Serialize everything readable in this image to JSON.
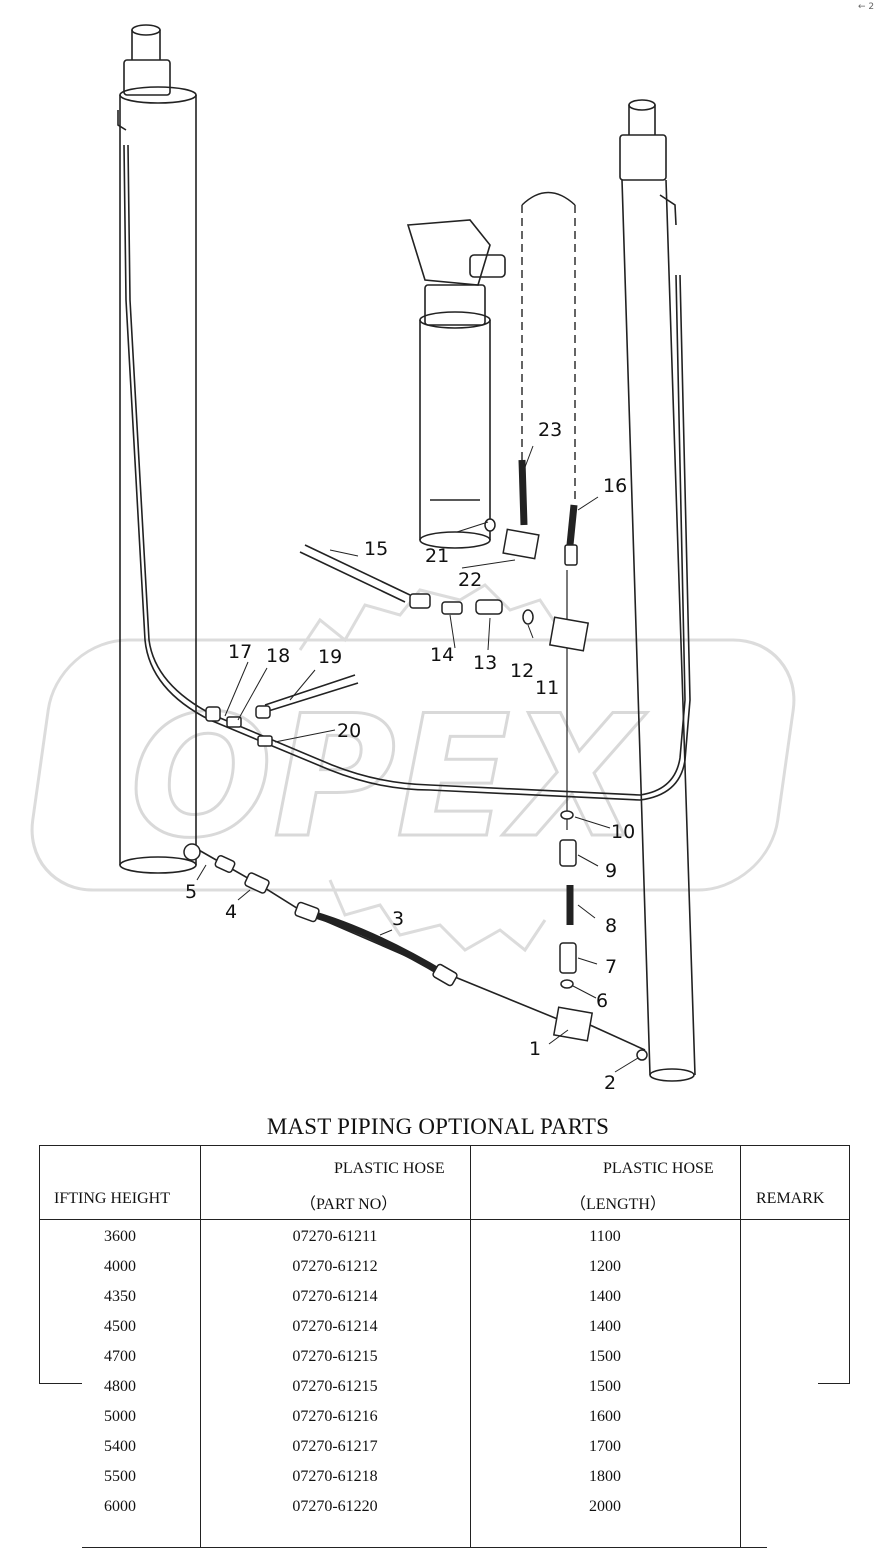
{
  "corner_mark": "← 2 ↑",
  "watermark": {
    "text": "OPEX"
  },
  "callouts": [
    "1",
    "2",
    "3",
    "4",
    "5",
    "6",
    "7",
    "8",
    "9",
    "10",
    "11",
    "12",
    "13",
    "14",
    "15",
    "16",
    "17",
    "18",
    "19",
    "20",
    "21",
    "22",
    "23"
  ],
  "table": {
    "title": "MAST PIPING OPTIONAL PARTS",
    "headers": {
      "lifting_height": "IFTING HEIGHT",
      "part_no_line1": "PLASTIC HOSE",
      "part_no_line2": "（PART NO）",
      "length_line1": "PLASTIC HOSE",
      "length_line2": "（LENGTH）",
      "remark": "REMARK"
    },
    "rows": [
      [
        "3600",
        "07270-61211",
        "1100"
      ],
      [
        "4000",
        "07270-61212",
        "1200"
      ],
      [
        "4350",
        "07270-61214",
        "1400"
      ],
      [
        "4500",
        "07270-61214",
        "1400"
      ],
      [
        "4700",
        "07270-61215",
        "1500"
      ],
      [
        "4800",
        "07270-61215",
        "1500"
      ],
      [
        "5000",
        "07270-61216",
        "1600"
      ],
      [
        "5400",
        "07270-61217",
        "1700"
      ],
      [
        "5500",
        "07270-61218",
        "1800"
      ],
      [
        "6000",
        "07270-61220",
        "2000"
      ]
    ]
  }
}
